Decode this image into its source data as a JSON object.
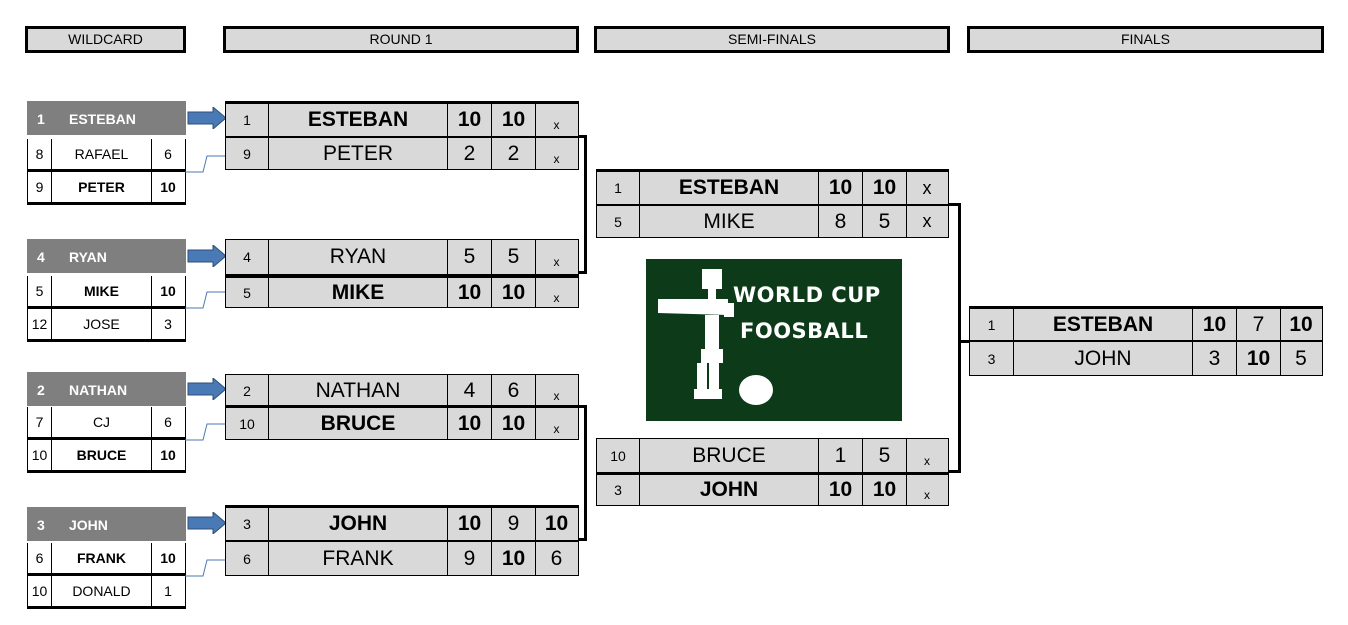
{
  "headers": {
    "wildcard": "WILDCARD",
    "round1": "ROUND 1",
    "semis": "SEMI-FINALS",
    "finals": "FINALS"
  },
  "wildcard": [
    {
      "seed": "1",
      "name": "ESTEBAN",
      "rows": [
        {
          "seed": "8",
          "name": "RAFAEL",
          "score": "6"
        },
        {
          "seed": "9",
          "name": "PETER",
          "score": "10"
        }
      ]
    },
    {
      "seed": "4",
      "name": "RYAN",
      "rows": [
        {
          "seed": "5",
          "name": "MIKE",
          "score": "10"
        },
        {
          "seed": "12",
          "name": "JOSE",
          "score": "3"
        }
      ]
    },
    {
      "seed": "2",
      "name": "NATHAN",
      "rows": [
        {
          "seed": "7",
          "name": "CJ",
          "score": "6"
        },
        {
          "seed": "10",
          "name": "BRUCE",
          "score": "10"
        }
      ]
    },
    {
      "seed": "3",
      "name": "JOHN",
      "rows": [
        {
          "seed": "6",
          "name": "FRANK",
          "score": "10"
        },
        {
          "seed": "10",
          "name": "DONALD",
          "score": "1"
        }
      ]
    }
  ],
  "round1": [
    {
      "seed": "1",
      "name": "ESTEBAN",
      "g1": "10",
      "g2": "10",
      "g3": "x"
    },
    {
      "seed": "9",
      "name": "PETER",
      "g1": "2",
      "g2": "2",
      "g3": "x"
    },
    {
      "seed": "4",
      "name": "RYAN",
      "g1": "5",
      "g2": "5",
      "g3": "x"
    },
    {
      "seed": "5",
      "name": "MIKE",
      "g1": "10",
      "g2": "10",
      "g3": "x"
    },
    {
      "seed": "2",
      "name": "NATHAN",
      "g1": "4",
      "g2": "6",
      "g3": "x"
    },
    {
      "seed": "10",
      "name": "BRUCE",
      "g1": "10",
      "g2": "10",
      "g3": "x"
    },
    {
      "seed": "3",
      "name": "JOHN",
      "g1": "10",
      "g2": "9",
      "g3": "10"
    },
    {
      "seed": "6",
      "name": "FRANK",
      "g1": "9",
      "g2": "10",
      "g3": "6"
    }
  ],
  "semis": [
    {
      "seed": "1",
      "name": "ESTEBAN",
      "g1": "10",
      "g2": "10",
      "g3": "x"
    },
    {
      "seed": "5",
      "name": "MIKE",
      "g1": "8",
      "g2": "5",
      "g3": "x"
    },
    {
      "seed": "10",
      "name": "BRUCE",
      "g1": "1",
      "g2": "5",
      "g3": "x"
    },
    {
      "seed": "3",
      "name": "JOHN",
      "g1": "10",
      "g2": "10",
      "g3": "x"
    }
  ],
  "finals": [
    {
      "seed": "1",
      "name": "ESTEBAN",
      "g1": "10",
      "g2": "7",
      "g3": "10"
    },
    {
      "seed": "3",
      "name": "JOHN",
      "g1": "3",
      "g2": "10",
      "g3": "5"
    }
  ],
  "logo": {
    "line1": "WORLD CUP",
    "line2": "FOOSBALL"
  },
  "colors": {
    "header_bg": "#d9d9d9",
    "wildcard_head": "#7f7f7f",
    "arrow": "#4a7ab5",
    "logo_bg": "#0d3b1a"
  }
}
